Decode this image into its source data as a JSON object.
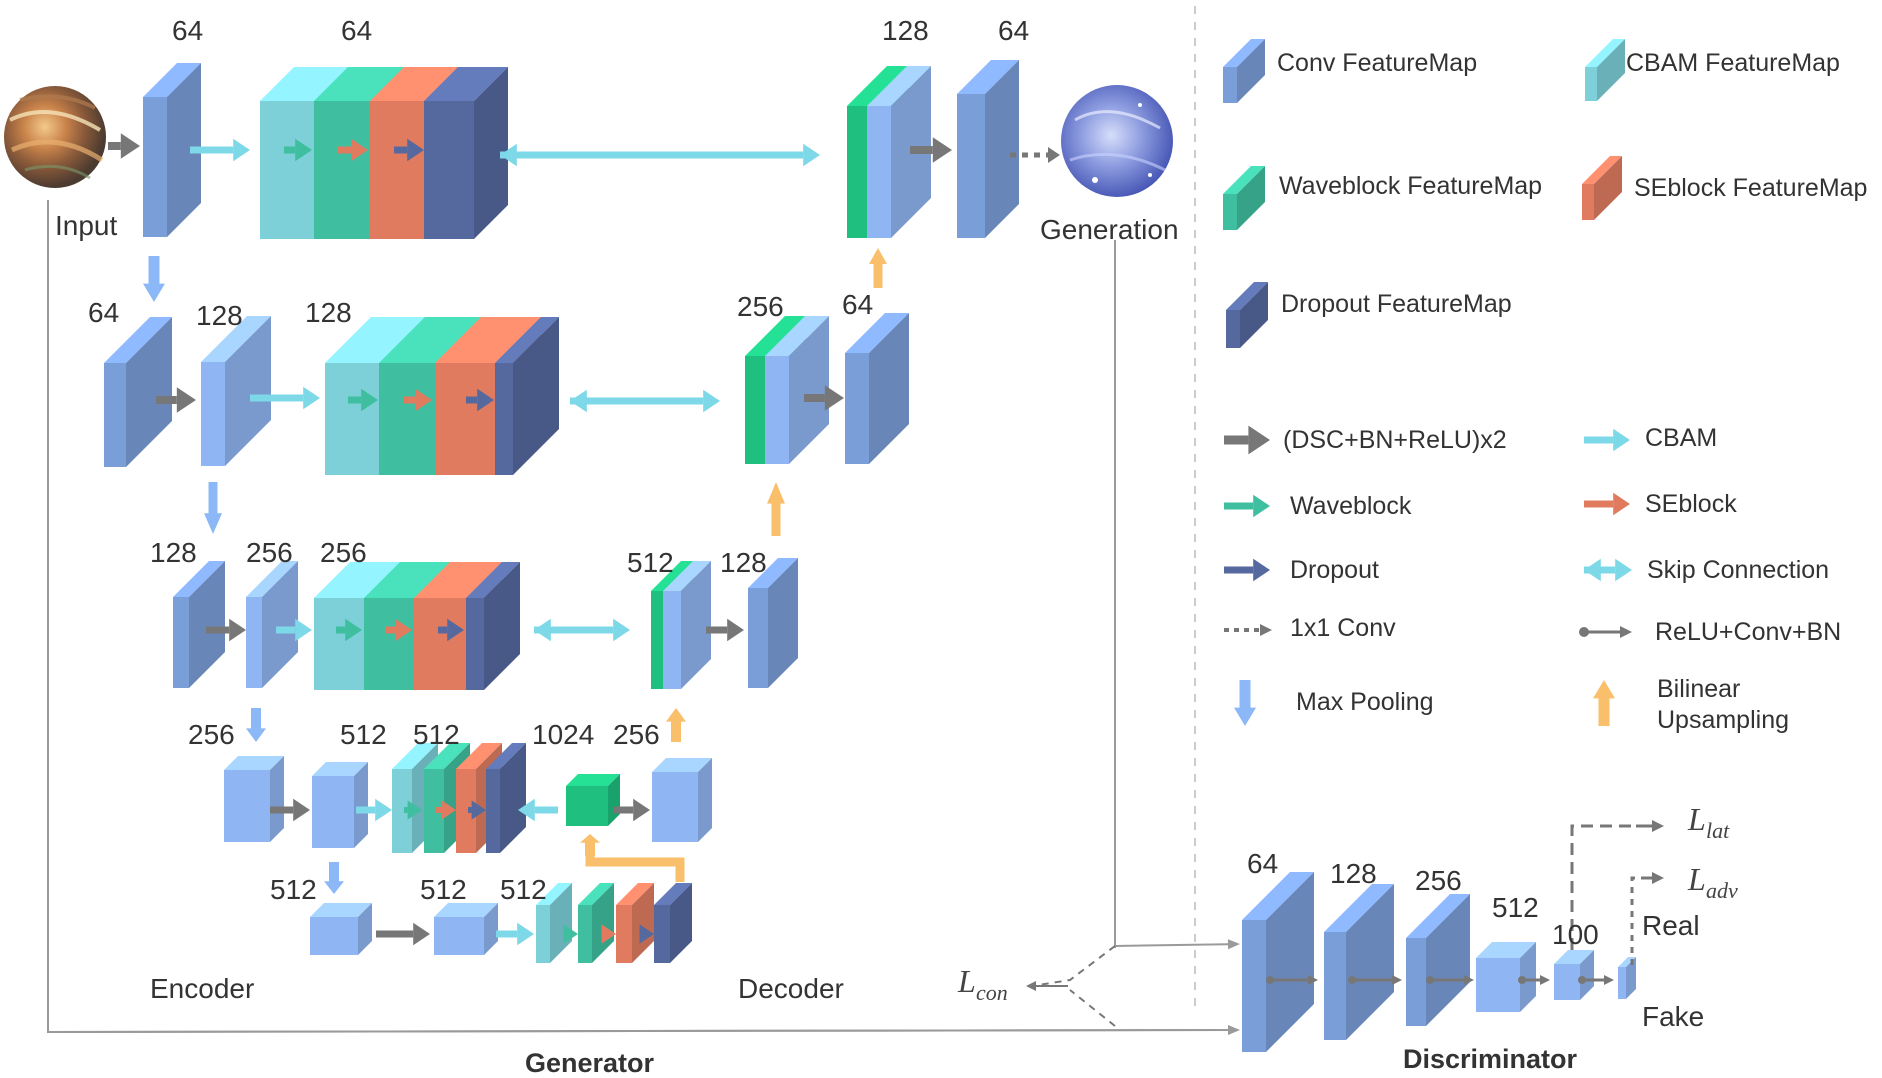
{
  "colors": {
    "conv": "#7a9ed8",
    "cbam": "#7dcfd8",
    "wave": "#3fbfa0",
    "se": "#e07b5f",
    "dropout": "#56699f",
    "green": "#1fbf7f",
    "block": "#8fb5f2",
    "pool": "#8cb8f7",
    "upsample": "#f9bf6b",
    "skip": "#7dd8e8",
    "gray": "#777777"
  },
  "labels": {
    "input": "Input",
    "generation": "Generation",
    "encoder": "Encoder",
    "decoder": "Decoder",
    "generator": "Generator",
    "discriminator": "Discriminator",
    "real": "Real",
    "fake": "Fake",
    "l_con": "L",
    "l_con_sub": "con",
    "l_lat": "L",
    "l_lat_sub": "lat",
    "l_adv": "L",
    "l_adv_sub": "adv"
  },
  "legend": {
    "conv": "Conv FeatureMap",
    "cbam": "CBAM FeatureMap",
    "wave": "Waveblock FeatureMap",
    "se": "SEblock FeatureMap",
    "dropout": "Dropout FeatureMap",
    "dsc": "(DSC+BN+ReLU)x2",
    "cbam_arrow": "CBAM",
    "wave_arrow": "Waveblock",
    "se_arrow": "SEblock",
    "dropout_arrow": "Dropout",
    "skip": "Skip Connection",
    "conv1x1": "1x1 Conv",
    "relu": "ReLU+Conv+BN",
    "maxpool": "Max Pooling",
    "bilinear_1": "Bilinear",
    "bilinear_2": "Upsampling"
  },
  "channels": {
    "r1": [
      "64",
      "64",
      "128",
      "64"
    ],
    "r2": [
      "64",
      "128",
      "128",
      "256",
      "64"
    ],
    "r3": [
      "128",
      "256",
      "256",
      "512",
      "128"
    ],
    "r4": [
      "256",
      "512",
      "512",
      "1024",
      "256"
    ],
    "r5": [
      "512",
      "512",
      "512"
    ],
    "disc": [
      "64",
      "128",
      "256",
      "512",
      "100"
    ]
  }
}
